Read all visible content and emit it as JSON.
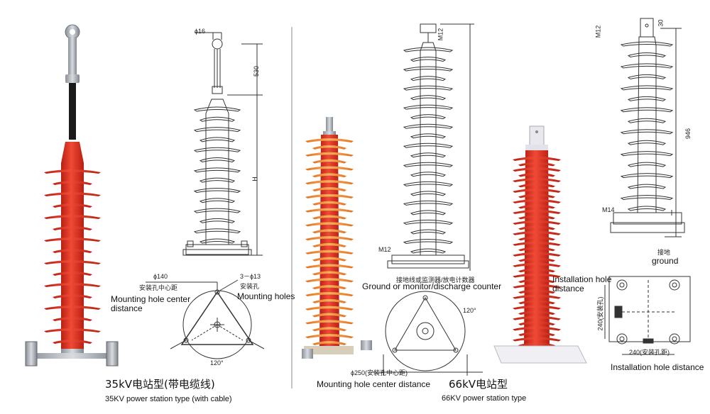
{
  "left": {
    "dims": {
      "phi16": "ϕ16",
      "d530": "530",
      "H": "H",
      "phi140": "ϕ140",
      "holes3": "3－ϕ13",
      "angle": "120°"
    },
    "labels": {
      "center_cn": "安装孔中心距",
      "holes_cn": "安装孔",
      "mounting_holes": "Mounting holes",
      "center_distance": "Mounting hole center distance"
    },
    "title": "35kV电站型(带电缆线)",
    "subtitle": "35KV power station type (with cable)"
  },
  "middle": {
    "dims": {
      "M12_top": "M12",
      "M12": "M12",
      "angle": "120°",
      "phi250": "ϕ250(安装孔中心距)"
    },
    "labels": {
      "counter_cn": "接地线或监测器/放电计数器",
      "counter": "Ground or monitor/discharge counter",
      "center_distance": "Mounting hole center distance"
    }
  },
  "right": {
    "dims": {
      "M12": "M12",
      "d30": "30",
      "d946": "946",
      "M14": "M14",
      "h240": "240(安装孔)",
      "w240": "240(安装孔距)"
    },
    "labels": {
      "ground_cn": "接地",
      "ground": "ground",
      "install_hole": "Installation hole distance",
      "install_hole_bottom": "Installation hole distance"
    },
    "title": "66kV电站型",
    "subtitle": "66KV power station type"
  },
  "colors": {
    "red": "#e8301f",
    "red_dark": "#b81f12",
    "orange": "#f08a2a",
    "line": "#333333",
    "metal": "#9aa0a8"
  }
}
